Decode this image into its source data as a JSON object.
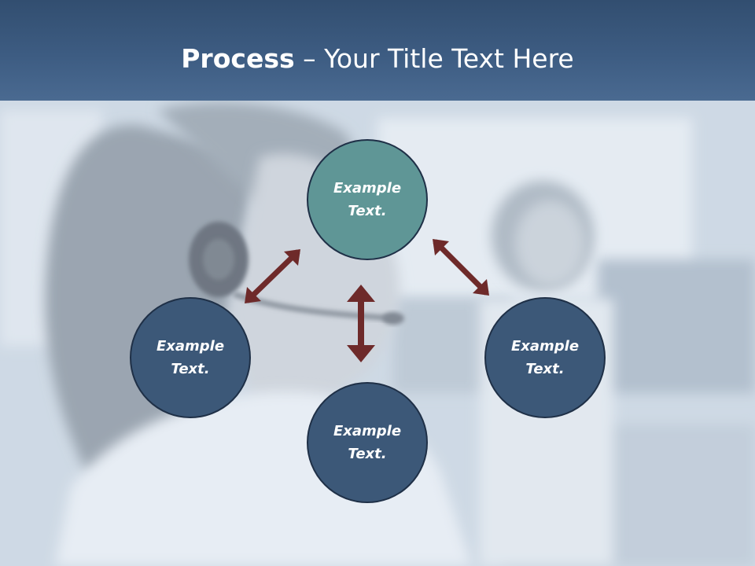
{
  "title": {
    "strong": "Process",
    "rest": " – Your Title Text Here"
  },
  "nodes": [
    {
      "id": "top",
      "label": "Example Text.",
      "style": "teal"
    },
    {
      "id": "left",
      "label": "Example Text.",
      "style": "dark"
    },
    {
      "id": "right",
      "label": "Example Text.",
      "style": "dark"
    },
    {
      "id": "bottom",
      "label": "Example Text.",
      "style": "dark"
    }
  ],
  "colors": {
    "title_bar": "#3d5c82",
    "node_dark": "#3c5878",
    "node_teal": "#5f9696",
    "arrow": "#6e2a2a"
  }
}
